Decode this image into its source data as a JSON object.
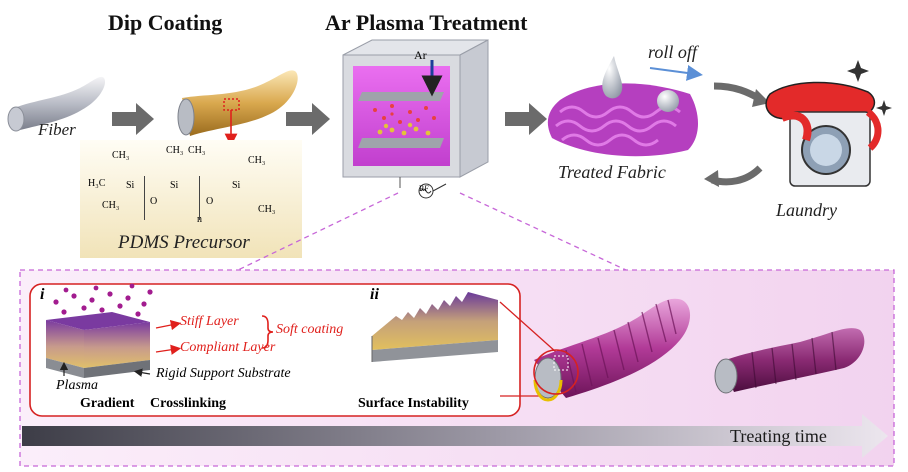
{
  "titles": {
    "dip_coating": "Dip Coating",
    "plasma_treatment": "Ar Plasma Treatment"
  },
  "labels": {
    "fiber": "Fiber",
    "pdms_precursor": "PDMS Precursor",
    "ar": "Ar",
    "rf": "RF",
    "roll_off": "roll off",
    "treated_fabric": "Treated Fabric",
    "laundry": "Laundry"
  },
  "chemistry": {
    "ch3": "CH₃",
    "h3c": "H₃C",
    "si": "Si",
    "o": "O",
    "n": "n"
  },
  "panel_i": {
    "numeral": "i",
    "stiff_layer": "Stiff Layer",
    "compliant_layer": "Compliant Layer",
    "soft_coating": "Soft coating",
    "plasma": "Plasma",
    "rigid_substrate": "Rigid Support Substrate",
    "caption_gradient": "Gradient",
    "caption_crosslinking": "Crosslinking"
  },
  "panel_ii": {
    "numeral": "ii",
    "caption": "Surface Instability"
  },
  "timeline": {
    "label": "Treating time"
  },
  "colors": {
    "pink_panel": "#f5dcf3",
    "magenta": "#b02a8c",
    "gold": "#d8b060",
    "red_accent": "#e0201c",
    "arrow_grey": "#6b6b6b"
  }
}
